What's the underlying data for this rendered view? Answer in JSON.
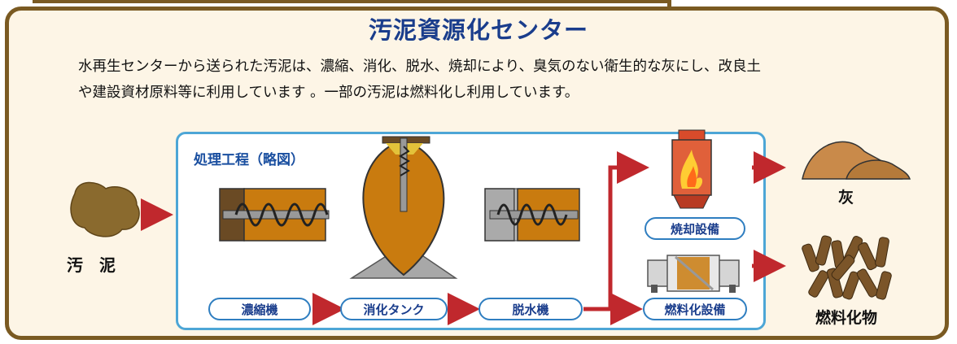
{
  "title": "汚泥資源化センター",
  "description": {
    "line1": "水再生センターから送られた汚泥は、濃縮、消化、脱水、焼却により、臭気のない衛生的な灰にし、改良土",
    "line2": "や建設資材原料等に利用しています 。一部の汚泥は燃料化し利用しています。"
  },
  "process": {
    "title": "処理工程（略図）",
    "steps": {
      "thickener": "濃縮機",
      "digestion_tank": "消化タンク",
      "dewatering": "脱水機",
      "incineration": "焼却設備",
      "fuel": "燃料化設備"
    }
  },
  "inputs": {
    "sludge": "汚　泥"
  },
  "outputs": {
    "ash": "灰",
    "fuel_product": "燃料化物"
  },
  "colors": {
    "frame": "#7a5a22",
    "title": "#1a3d8c",
    "arrow": "#c0282d",
    "box_border": "#4da6d6",
    "sludge": "#c97b0f"
  }
}
